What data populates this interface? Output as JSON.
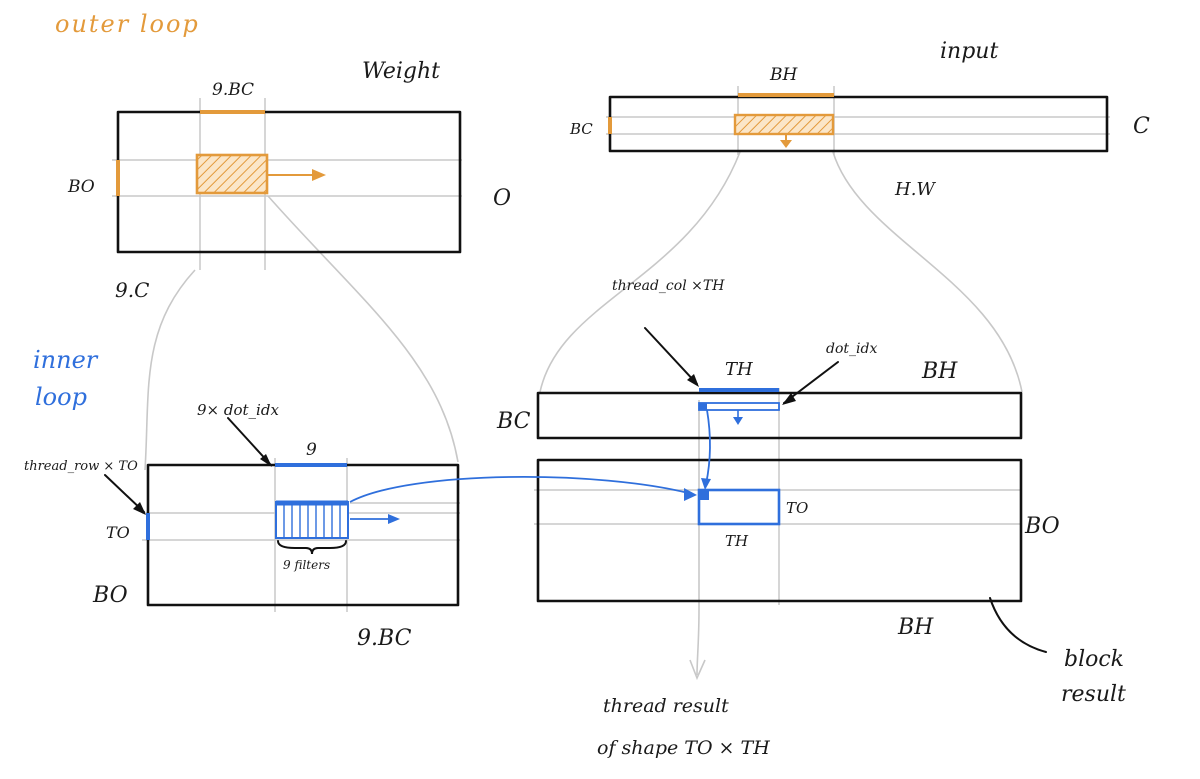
{
  "colors": {
    "orange": "#e39a3b",
    "blue": "#2f6fdc",
    "ink": "#111111",
    "gray": "#c8c8c8"
  },
  "headings": {
    "outer": "outer loop",
    "inner_line1": "inner",
    "inner_line2": "loop"
  },
  "weight": {
    "title": "Weight",
    "top": "9.BC",
    "left": "BO",
    "right": "O",
    "bottom": "9.C"
  },
  "input": {
    "title": "input",
    "top": "BH",
    "left": "BC",
    "right": "C",
    "bottom": "H.W"
  },
  "inner_weight": {
    "dot_label": "9× dot_idx",
    "top": "9",
    "thread_row": "thread_row × TO",
    "row_label": "TO",
    "left": "BO",
    "bottom": "9.BC",
    "filters": "9 filters"
  },
  "inner_input": {
    "thread_col": "thread_col ×TH",
    "th": "TH",
    "dot_idx": "dot_idx",
    "right": "BH",
    "left": "BC"
  },
  "result": {
    "to": "TO",
    "th": "TH",
    "right": "BO",
    "bottom": "BH",
    "block_line1": "block",
    "block_line2": "result",
    "thread_line1": "thread result",
    "thread_line2": "of shape  TO × TH"
  }
}
